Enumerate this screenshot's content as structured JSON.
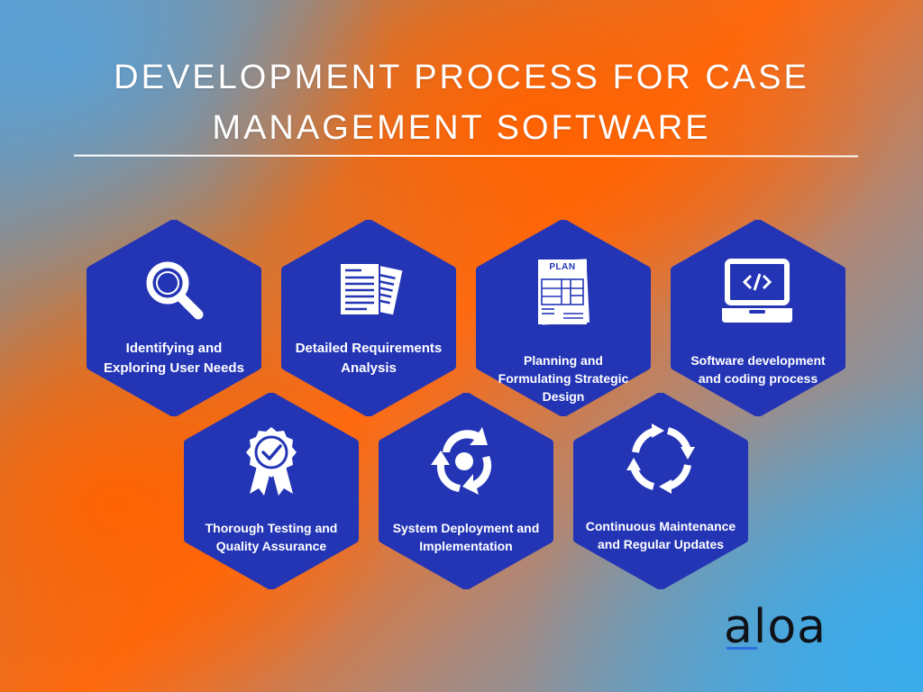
{
  "title": {
    "line1": "DEVELOPMENT PROCESS FOR CASE",
    "line2": "MANAGEMENT SOFTWARE"
  },
  "steps": [
    {
      "label": "Identifying and Exploring User Needs",
      "icon": "magnifier-icon"
    },
    {
      "label": "Detailed Requirements Analysis",
      "icon": "documents-icon"
    },
    {
      "label": "Planning and Formulating Strategic Design",
      "icon": "plan-blueprint-icon"
    },
    {
      "label": "Software development and coding process",
      "icon": "laptop-code-icon"
    },
    {
      "label": "Thorough Testing and Quality Assurance",
      "icon": "award-ribbon-icon"
    },
    {
      "label": "System Deployment and Implementation",
      "icon": "cycle-arrows-icon"
    },
    {
      "label": "Continuous Maintenance and Regular Updates",
      "icon": "refresh-circle-icon"
    }
  ],
  "plan_text": "PLAN",
  "logo": "aloa",
  "colors": {
    "hexagon": "#2335b5",
    "text": "#ffffff",
    "orange": "#ff6a10",
    "blue": "#3ea6e4"
  }
}
